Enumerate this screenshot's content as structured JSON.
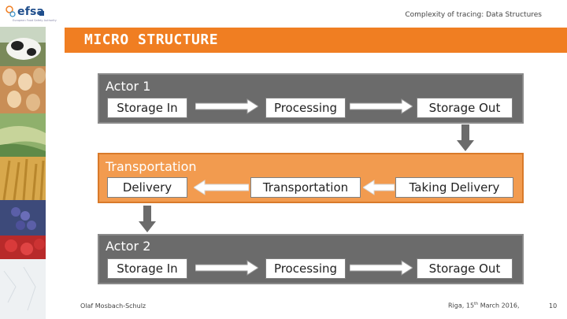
{
  "header": {
    "logo_text": "efsa",
    "logo_tagline": "European Food Safety Authority",
    "caption": "Complexity of tracing: Data Structures"
  },
  "title": "MICRO STRUCTURE",
  "panels": [
    {
      "label": "Actor 1",
      "nodes": [
        "Storage In",
        "Processing",
        "Storage Out"
      ],
      "flow": "right"
    },
    {
      "label": "Transportation",
      "nodes": [
        "Delivery",
        "Transportation",
        "Taking Delivery"
      ],
      "flow": "left"
    },
    {
      "label": "Actor 2",
      "nodes": [
        "Storage In",
        "Processing",
        "Storage Out"
      ],
      "flow": "right"
    }
  ],
  "footer": {
    "author": "Olaf Mosbach-Schulz",
    "date_prefix": "Riga, 15",
    "date_sup": "th",
    "date_suffix": " March 2016,",
    "page": "10"
  },
  "colors": {
    "accent_orange": "#f07e22",
    "panel_grey": "#6b6b6b",
    "panel_orange": "#f29b4f",
    "arrow_grey": "#6b6b6b"
  }
}
